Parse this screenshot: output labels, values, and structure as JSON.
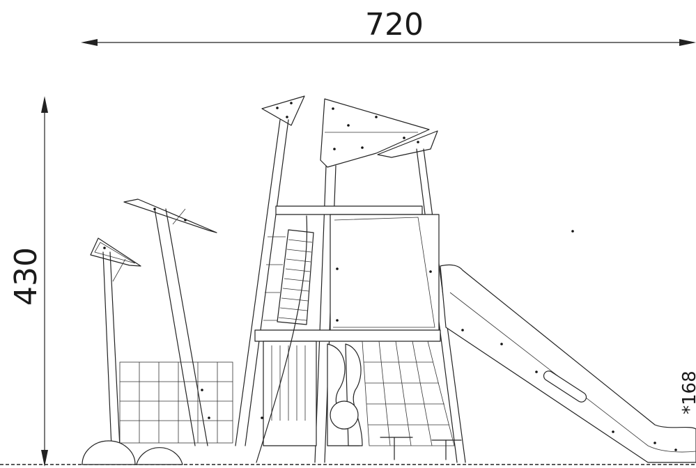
{
  "dimensions": {
    "width_label": "720",
    "height_label": "430",
    "cut_label": "*168"
  },
  "colors": {
    "line": "#222222",
    "background": "#ffffff"
  }
}
